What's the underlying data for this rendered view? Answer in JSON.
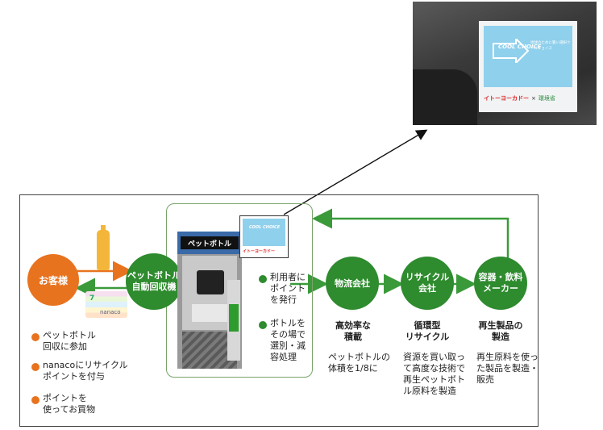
{
  "photo": {
    "sticker_title": "COOL CHOICE",
    "sticker_subtitle": "地球のために賢い選択クールチョイス",
    "logo_left": "イトーヨーカドー",
    "logo_sep": "×",
    "logo_right": "環境省"
  },
  "nodes": {
    "customer": "お客様",
    "collector_l1": "ペットボトル",
    "collector_l2": "自動回収機",
    "logistics": "物流会社",
    "recycle_l1": "リサイクル",
    "recycle_l2": "会社",
    "maker_l1": "容器・飲料",
    "maker_l2": "メーカー"
  },
  "machine_label": "ペットボトル",
  "card_label": "nanaco",
  "customer_points": [
    {
      "l1": "ペットボトル",
      "l2": "回収に参加"
    },
    {
      "l1": "nanacoにリサイクル",
      "l2": "ポイントを付与"
    },
    {
      "l1": "ポイントを",
      "l2": "使ってお買物"
    }
  ],
  "machine_points": [
    {
      "l1": "利用者に",
      "l2": "ポイント",
      "l3": "を発行"
    },
    {
      "l1": "ボトルを",
      "l2": "その場で",
      "l3": "選別・減",
      "l4": "容処理"
    }
  ],
  "stages": {
    "logistics": {
      "h1": "高効率な",
      "h2": "積載",
      "d1": "ペットボトルの",
      "d2": "体積を1/8に"
    },
    "recycle": {
      "h1": "循環型",
      "h2": "リサイクル",
      "d1": "資源を買い取っ",
      "d2": "て高度な技術で",
      "d3": "再生ペットボト",
      "d4": "ル原料を製造"
    },
    "maker": {
      "h1": "再生製品の",
      "h2": "製造",
      "d1": "再生原料を使っ",
      "d2": "た製品を製造・",
      "d3": "販売"
    }
  },
  "colors": {
    "orange": "#e8731f",
    "green": "#2e8b2e",
    "arrow_orange": "#e8731f",
    "arrow_green": "#3a9a3a"
  }
}
